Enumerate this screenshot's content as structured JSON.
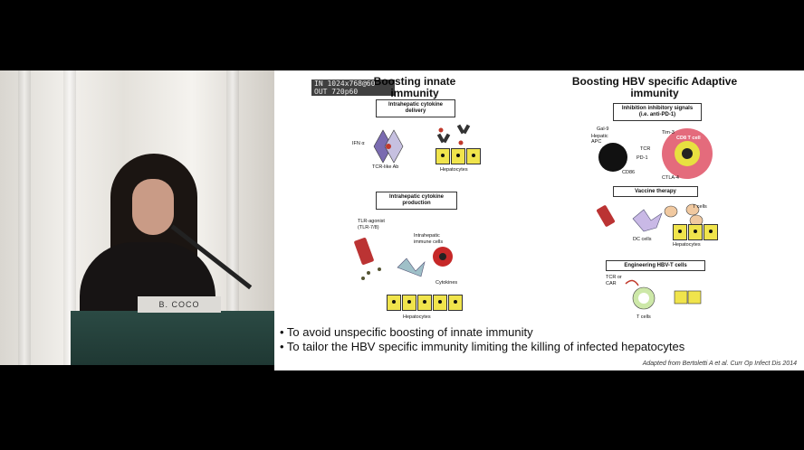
{
  "overlay": {
    "line1": "IN 1024x768@60",
    "line2": "OUT  720p60"
  },
  "speaker": {
    "nameplate": "B. COCO"
  },
  "slide": {
    "left_title": "Boosting innate immunity",
    "right_title": "Boosting HBV specific Adaptive immunity",
    "left": {
      "box1": "Intrahepatic cytokine delivery",
      "ifn": "IFN α",
      "tcr_ab": "TCR-like Ab",
      "hepatocytes1": "Hepatocytes",
      "box2": "Intrahepatic cytokine production",
      "tlr": "TLR-agonist (TLR-7/8)",
      "immune": "Intrahepatic immune cells",
      "cytokines": "Cytokines",
      "hepatocytes2": "Hepatocytes"
    },
    "right": {
      "box1": "Inhibition inhibitory signals (i.e. anti-PD-1)",
      "gal9": "Gal-9",
      "hepatic_apc": "Hepatic APC",
      "tim3": "Tim-3",
      "tcr": "TCR",
      "pd1": "PD-1",
      "cd86": "CD86",
      "ctla4": "CTLA-4",
      "cd8": "CD8 T cell",
      "box2": "Vaccine therapy",
      "tcells1": "T cells",
      "dc": "DC cells",
      "hepatocytes": "Hepatocytes",
      "box3": "Engineering HBV-T cells",
      "tcr_car": "TCR or CAR",
      "tcells2": "T cells"
    },
    "bullets": [
      "• To avoid unspecific boosting of innate immunity",
      "• To tailor the HBV specific immunity limiting the killing of infected hepatocytes"
    ],
    "citation": "Adapted from Bertoletti A et al.  Curr Op Infect Dis 2014"
  }
}
